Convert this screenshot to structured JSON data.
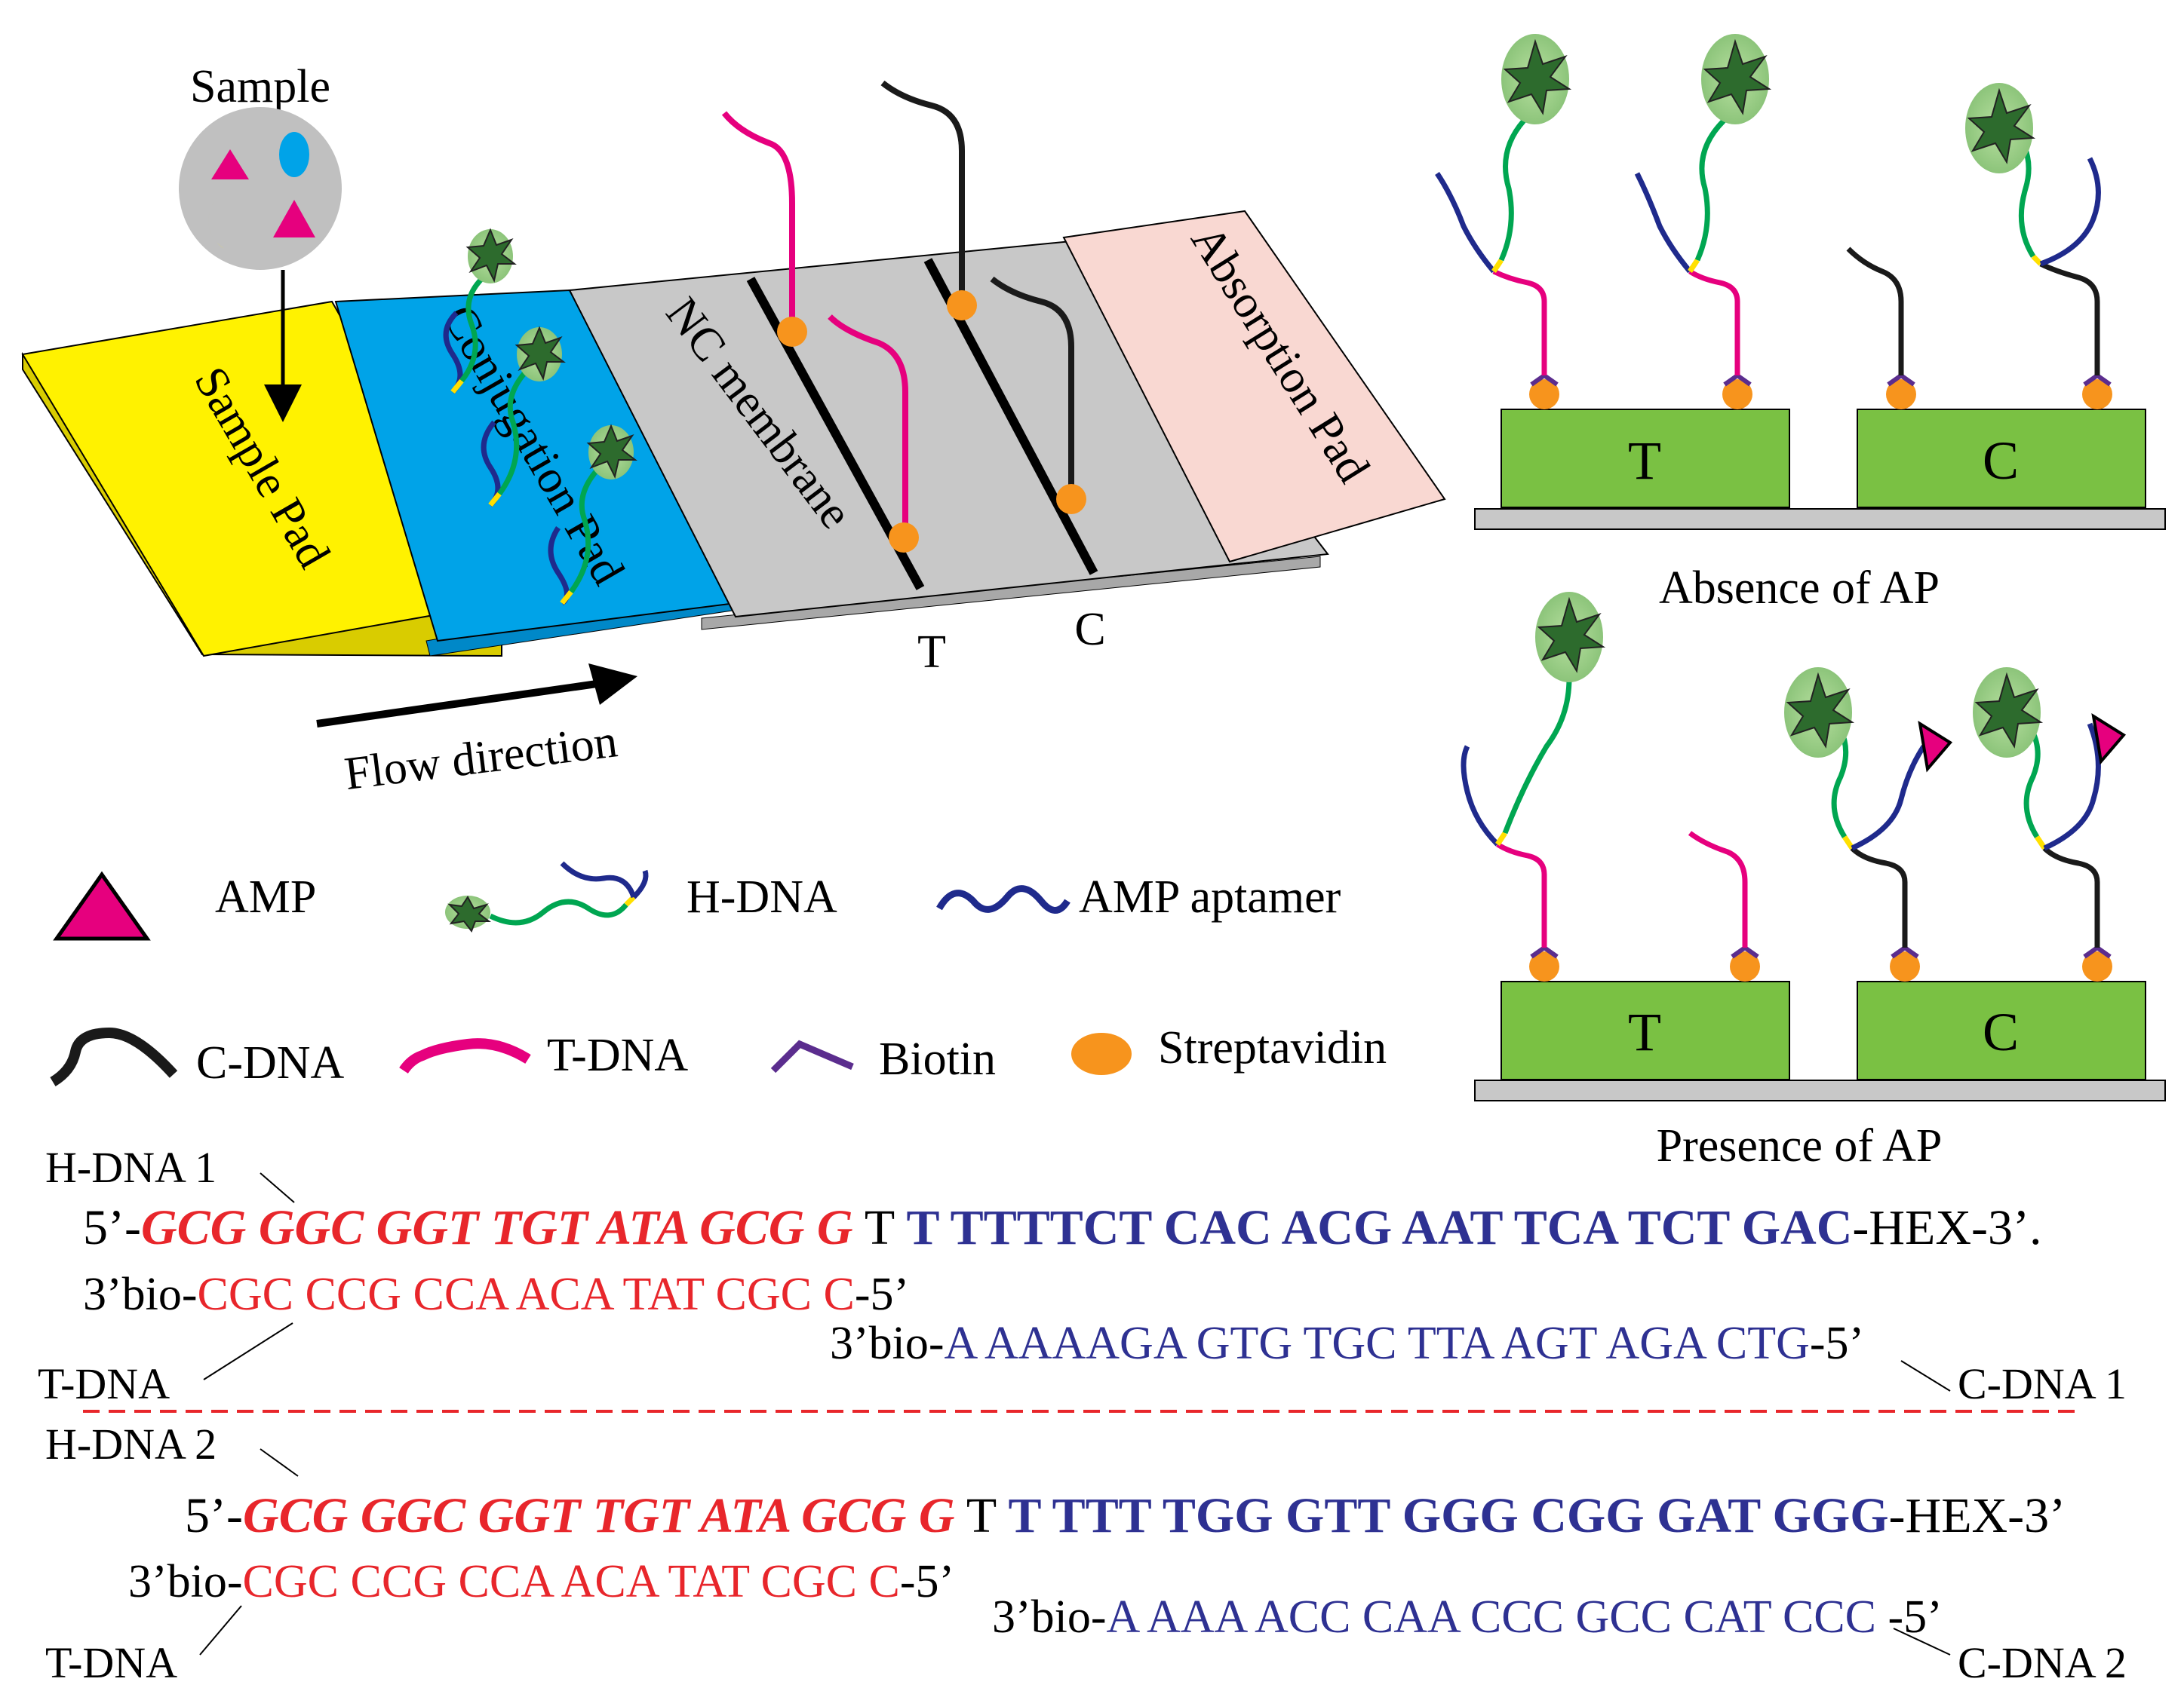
{
  "strip": {
    "sample_label": "Sample",
    "sample_pad": "Sample Pad",
    "conjugation_pad": "Conjugation Pad",
    "nc_membrane": "NC membrane",
    "absorption_pad": "Absorption Pad",
    "line_t": "T",
    "line_c": "C",
    "flow_direction": "Flow direction"
  },
  "panels": {
    "absence": {
      "caption": "Absence of AP",
      "t_label": "T",
      "c_label": "C"
    },
    "presence": {
      "caption": "Presence of AP",
      "t_label": "T",
      "c_label": "C"
    }
  },
  "legend": {
    "amp": "AMP",
    "h_dna": "H-DNA",
    "aptamer": "AMP aptamer",
    "c_dna": "C-DNA",
    "t_dna": "T-DNA",
    "biotin": "Biotin",
    "streptavidin": "Streptavidin"
  },
  "sequences": {
    "set1": {
      "hdna_label": "H-DNA 1",
      "h_prefix": "5’-",
      "h_red": "GCG GGC GGT TGT ATA GCG G",
      "h_space": " T ",
      "h_blue": "T TTTTCT CAC ACG AAT TCA TCT GAC",
      "h_suffix": "-HEX-3’.",
      "t_prefix": "3’bio-",
      "t_red": "CGC CCG CCA ACA TAT CGC C",
      "t_suffix": "-5’",
      "tdna_label": "T-DNA",
      "c_prefix": "3’bio-",
      "c_blue": "A AAAAGA GTG TGC TTA AGT AGA CTG",
      "c_suffix": "-5’",
      "cdna_label": "C-DNA 1"
    },
    "set2": {
      "hdna_label": "H-DNA 2",
      "h_prefix": "5’-",
      "h_red": "GCG GGC GGT TGT ATA GCG G",
      "h_space": " T ",
      "h_blue": "T TTT TGG GTT GGG CGG GAT GGG",
      "h_suffix": "-HEX-3’",
      "t_prefix": "3’bio-",
      "t_red": "CGC CCG CCA ACA TAT CGC C",
      "t_suffix": "-5’",
      "tdna_label": "T-DNA",
      "c_prefix": "3’bio-",
      "c_blue": "A AAA ACC CAA CCC GCC CAT CCC",
      "c_suffix": " -5’",
      "cdna_label": "C-DNA 2"
    }
  },
  "colors": {
    "sample_pad": "#fff200",
    "conjugation_pad": "#00a3e8",
    "nc_membrane": "#c8c8c8",
    "absorption_pad": "#f9d8d2",
    "t_dna": "#e6007e",
    "c_dna": "#1a1a1a",
    "aptamer": "#1f2a8c",
    "h_dna_green": "#00a651",
    "linker_yellow": "#ffe000",
    "biotin": "#5b2d8e",
    "streptavidin": "#f7941d",
    "amp": "#e6007e",
    "test_block": "#7ac143",
    "seq_red": "#e8262b",
    "seq_blue": "#2e3192",
    "divider": "#e8262b"
  }
}
